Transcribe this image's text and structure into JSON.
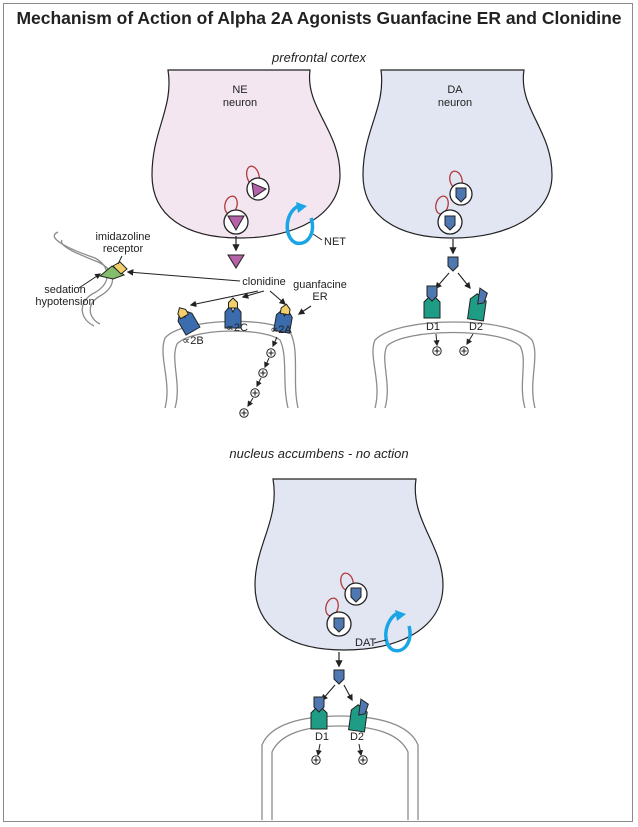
{
  "title": "Mechanism of Action of Alpha 2A Agonists Guanfacine ER and Clonidine",
  "sections": {
    "top": "prefrontal cortex",
    "bottom": "nucleus accumbens - no action"
  },
  "labels": {
    "ne_neuron_1": "NE",
    "ne_neuron_2": "neuron",
    "da_neuron_1": "DA",
    "da_neuron_2": "neuron",
    "net": "NET",
    "dat": "DAT",
    "imidazoline_1": "imidazoline",
    "imidazoline_2": "receptor",
    "sedation": "sedation",
    "hypotension": "hypotension",
    "clonidine": "clonidine",
    "guanfacine_1": "guanfacine",
    "guanfacine_2": "ER",
    "a2b": "∝2B",
    "a2c": "∝2C",
    "a2a": "∝2A",
    "d1_top": "D1",
    "d2_top": "D2",
    "d1_bottom": "D1",
    "d2_bottom": "D2"
  },
  "colors": {
    "ne_neuron_fill": "#f3e6f1",
    "da_neuron_fill": "#e2e6f3",
    "ne_drug": "#b562a8",
    "receptor_blue": "#3a6cae",
    "drug_yellow": "#f2cf6a",
    "d_receptor_green": "#1f9c85",
    "da_blue": "#4f78b3",
    "transporter": "#1aa6e6",
    "imidazoline_green": "#86bd6c",
    "vesicle_red": "#b23a3a",
    "membrane": "#8c8c8c"
  },
  "icons": {
    "plus": "circled-plus-icon"
  }
}
